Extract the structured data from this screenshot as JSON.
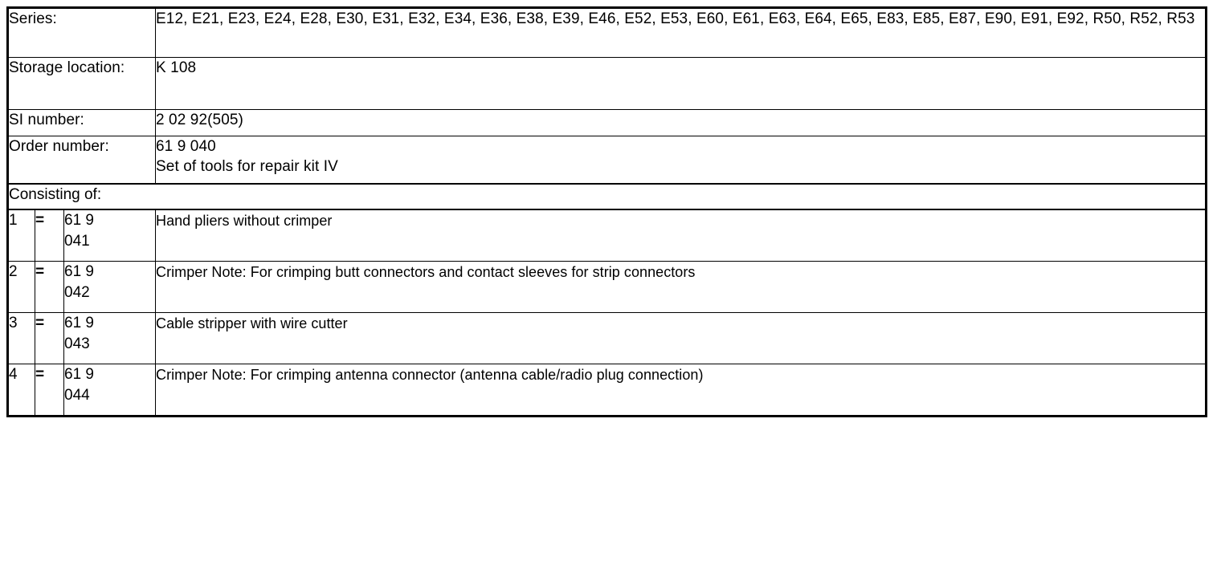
{
  "document": {
    "type": "specification-table",
    "title": "Set of tools for repair kit IV"
  },
  "info_rows": [
    {
      "label": "Series:",
      "value": "E12, E21, E23, E24, E28, E30, E31, E32, E34, E36, E38, E39, E46, E52, E53, E60, E61, E63, E64, E65, E83, E85, E87, E90, E91, E92, R50, R52, R53"
    },
    {
      "label": "Storage location:",
      "value": "K 108"
    },
    {
      "label": "SI number:",
      "value": "2 02 92(505)"
    },
    {
      "label": "Order number:",
      "value_line1": "61 9 040",
      "value_line2": "Set of tools for repair kit IV"
    }
  ],
  "consisting_of_label": "Consisting of:",
  "items": [
    {
      "index": "1",
      "equals": "=",
      "part_line1": "61 9",
      "part_line2": "041",
      "description": "Hand pliers without crimper"
    },
    {
      "index": "2",
      "equals": "=",
      "part_line1": "61 9",
      "part_line2": "042",
      "description": "Crimper Note: For crimping butt connectors and contact sleeves for strip connectors"
    },
    {
      "index": "3",
      "equals": "=",
      "part_line1": "61 9",
      "part_line2": "043",
      "description": "Cable stripper with wire cutter"
    },
    {
      "index": "4",
      "equals": "=",
      "part_line1": "61 9",
      "part_line2": "044",
      "description": "Crimper Note: For crimping antenna connector (antenna cable/radio plug connection)"
    }
  ],
  "colors": {
    "ink": "#000000",
    "paper": "#ffffff"
  }
}
